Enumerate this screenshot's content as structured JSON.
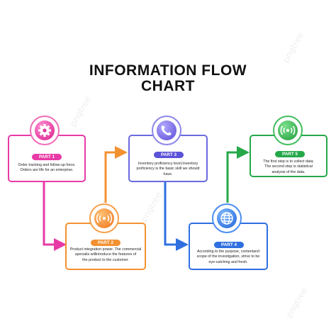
{
  "title": {
    "line1": "INFORMATION FLOW",
    "line2": "CHART"
  },
  "parts": [
    {
      "label": "PART 1",
      "color": "#e83aa6",
      "icon": "gear-icon",
      "lines": [
        "Order tracking and follow-up force.",
        "Orders are life for an enterprise."
      ]
    },
    {
      "label": "PART 2",
      "color": "#f39131",
      "icon": "signal-icon",
      "lines": [
        "Product integration power. The commercial",
        "specialis willintroduce the features of",
        "the product to the customer."
      ]
    },
    {
      "label": "PART 3",
      "color": "#5b52d8",
      "icon": "phone-icon",
      "lines": [
        "Inventory proficiency level,Inventory",
        "proficiency is the basic skill we should have."
      ]
    },
    {
      "label": "PART 4",
      "color": "#2f6fe0",
      "icon": "globe-icon",
      "lines": [
        "According to the purpose, contentand",
        "scope of the investigation, strive to be",
        "eye-catching and fresh."
      ]
    },
    {
      "label": "PART 5",
      "color": "#26a84a",
      "icon": "wifi-signal-icon",
      "lines": [
        "The first step is to collect data;",
        "The second step is statistical",
        "analysis of the data."
      ]
    }
  ],
  "watermark": "pngtree"
}
